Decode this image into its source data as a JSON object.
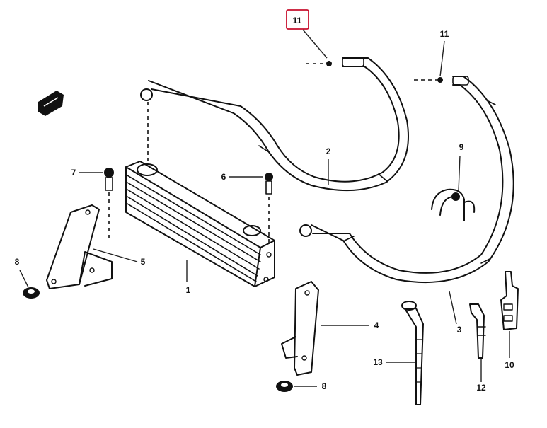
{
  "callouts": {
    "c1": "1",
    "c2": "2",
    "c3": "3",
    "c4": "4",
    "c5": "5",
    "c6": "6",
    "c7": "7",
    "c8a": "8",
    "c8b": "8",
    "c9": "9",
    "c10": "10",
    "c11a": "11",
    "c11b": "11",
    "c12": "12",
    "c13": "13"
  },
  "highlight": {
    "label": "11",
    "color": "#c8102e"
  }
}
